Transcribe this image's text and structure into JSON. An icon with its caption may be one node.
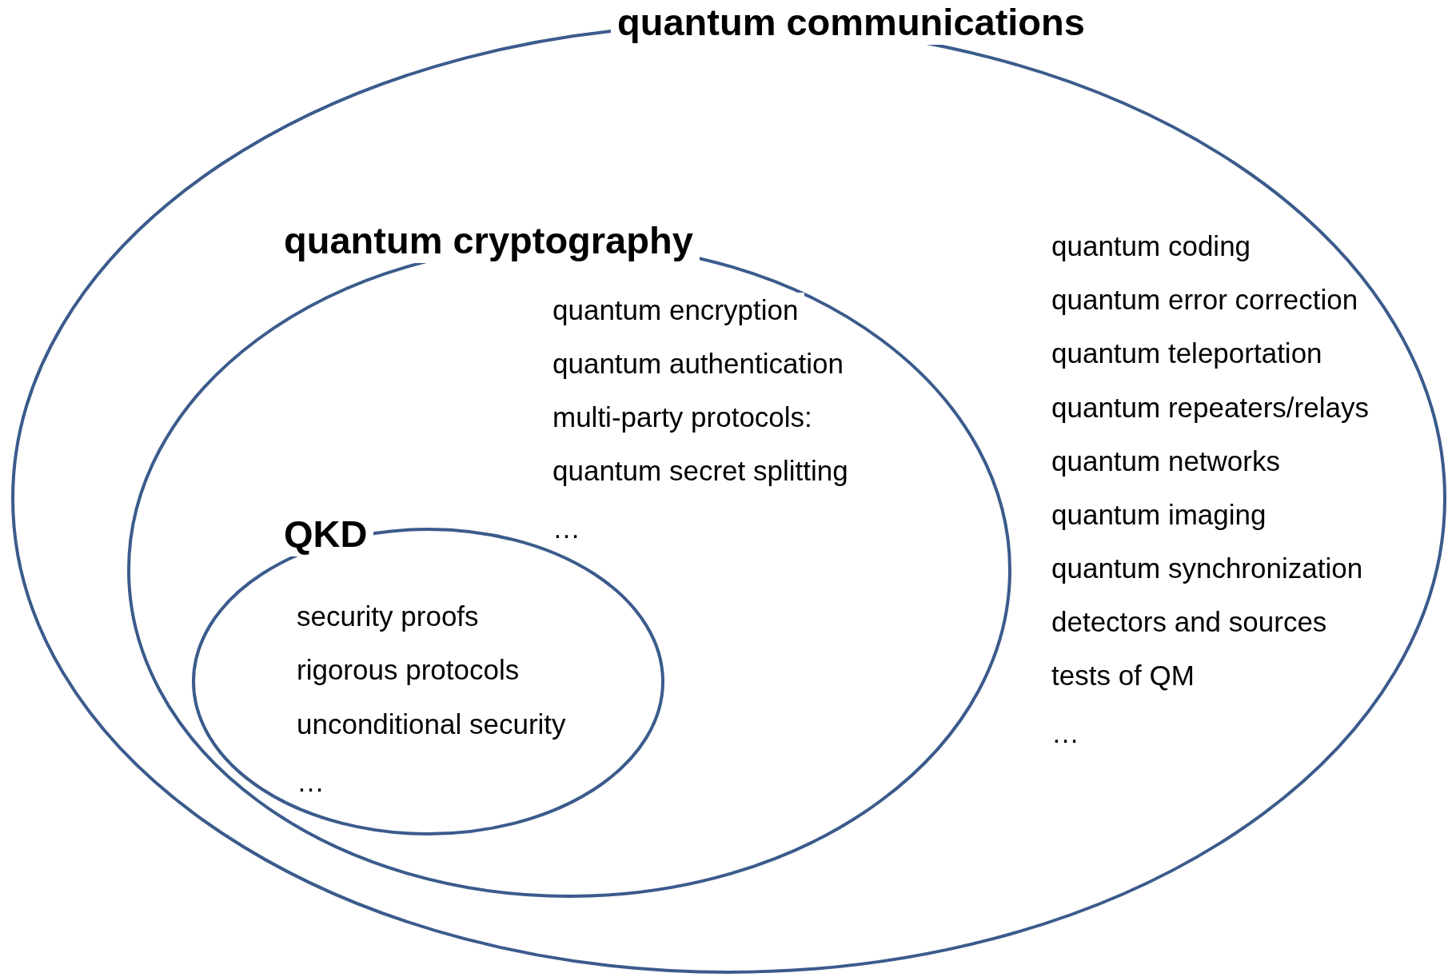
{
  "diagram": {
    "nodes": [
      {
        "text": [
          "quantum communications",
          "quantum coding",
          "quantum error correction",
          "quantum teleportation",
          "quantum repeaters/relays",
          "quantum networks",
          "quantum imaging",
          "quantum synchronization",
          "detectors and sources",
          "tests of QM",
          "…"
        ]
      },
      {
        "text": [
          "quantum cryptography",
          "quantum encryption",
          "quantum authentication",
          "multi-party protocols:",
          "quantum secret splitting",
          "…"
        ],
        "in": 0
      },
      {
        "text": [
          "QKD",
          "security proofs",
          "rigorous protocols",
          "unconditional security",
          "…"
        ],
        "in": 1
      }
    ]
  }
}
